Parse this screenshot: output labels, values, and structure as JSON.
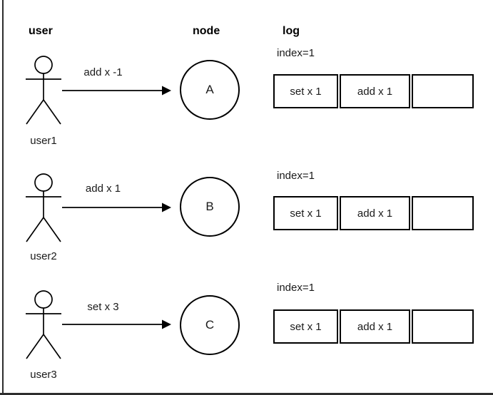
{
  "headers": {
    "user": "user",
    "node": "node",
    "log": "log"
  },
  "rows": [
    {
      "user_label": "user1",
      "message": "add x -1",
      "node_label": "A",
      "log_index_label": "index=1",
      "log_cells": [
        "set x 1",
        "add x 1",
        ""
      ]
    },
    {
      "user_label": "user2",
      "message": "add x 1",
      "node_label": "B",
      "log_index_label": "index=1",
      "log_cells": [
        "set x 1",
        "add x 1",
        ""
      ]
    },
    {
      "user_label": "user3",
      "message": "set x 3",
      "node_label": "C",
      "log_index_label": "index=1",
      "log_cells": [
        "set x 1",
        "add x 1",
        ""
      ]
    }
  ],
  "icons": {
    "actor": "stick-figure-actor-icon",
    "arrow": "right-arrow-icon"
  },
  "colors": {
    "stroke": "#000000",
    "text": "#1a1a1a",
    "page_edge": "#2d2d2d",
    "background": "#ffffff"
  }
}
